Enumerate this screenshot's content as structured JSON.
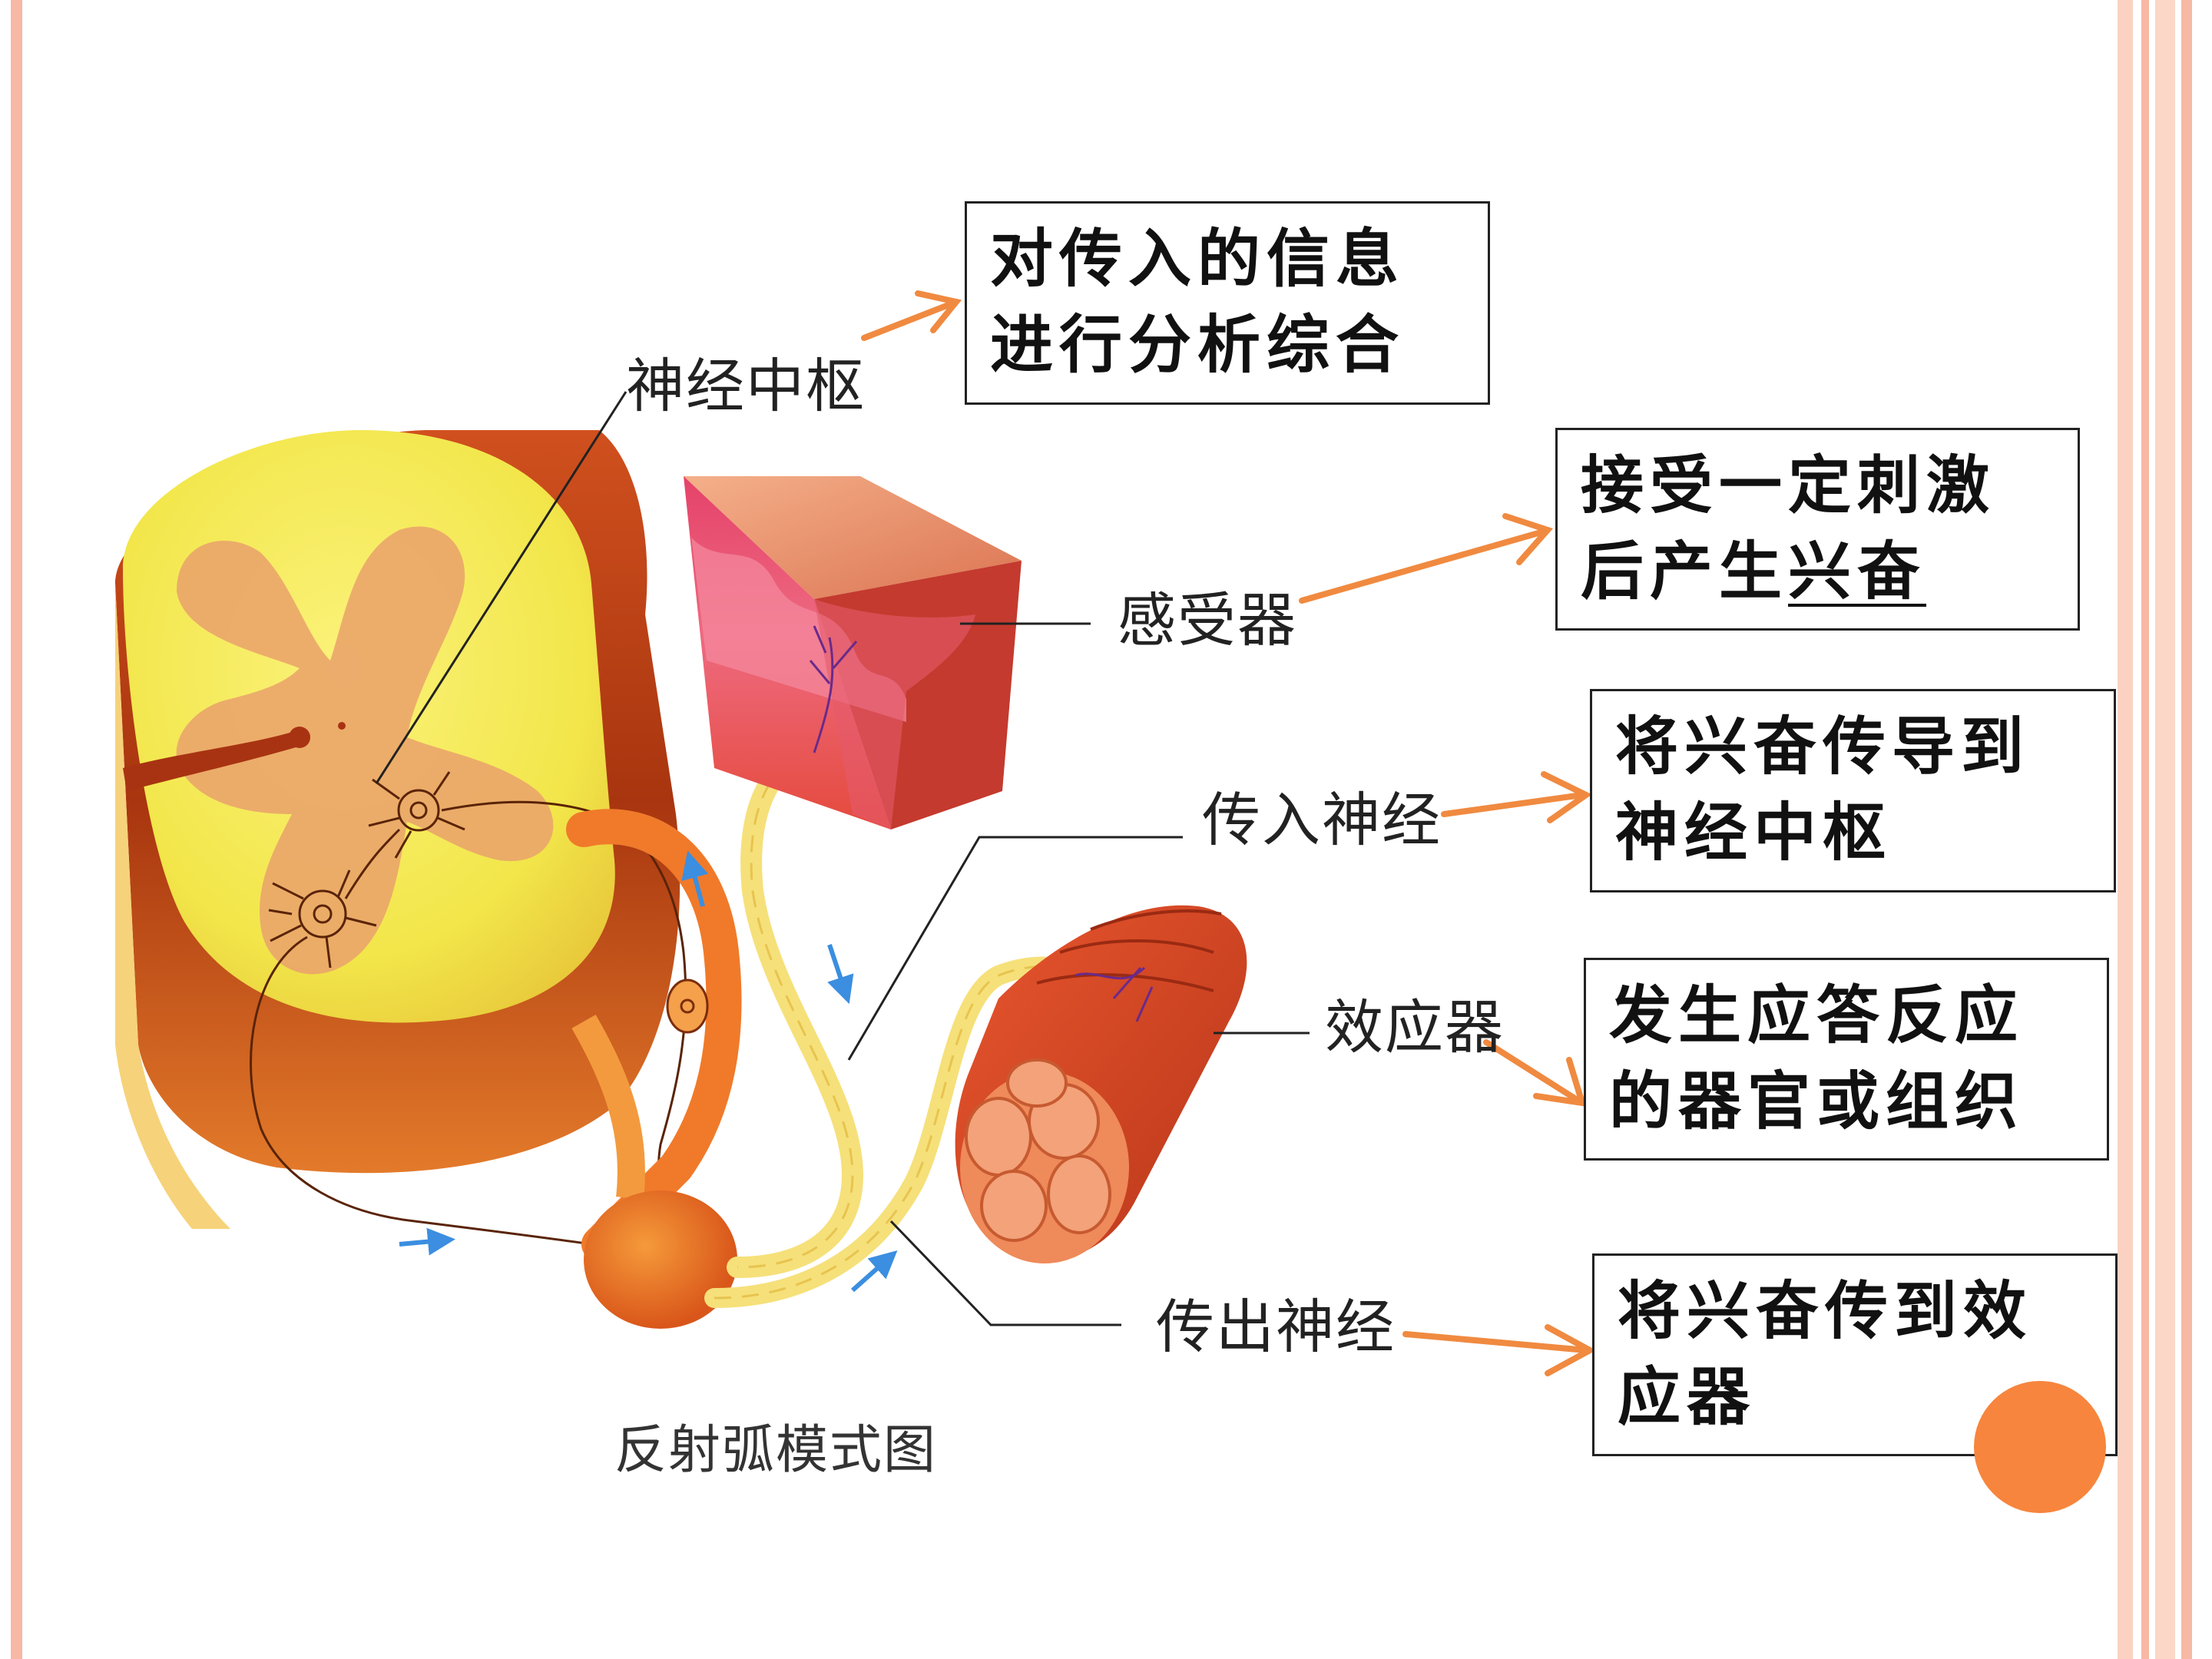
{
  "labels": {
    "nerve_center": "神经中枢",
    "receptor": "感受器",
    "afferent_nerve": "传入神经",
    "effector": "效应器",
    "efferent_nerve": "传出神经",
    "caption": "反射弧模式图"
  },
  "boxes": {
    "nerve_center": {
      "line1": "对传入的信息",
      "line2": "进行分析综合"
    },
    "receptor": {
      "line1": "接受一定刺激",
      "line2_plain": "后产生",
      "line2_underlined": "兴奋"
    },
    "afferent_nerve": {
      "line1": "将兴奋传导到",
      "line2": "神经中枢"
    },
    "effector": {
      "line1": "发生应答反应",
      "line2": "的器官或组织"
    },
    "efferent_nerve": {
      "line1": "将兴奋传到效",
      "line2": "应器"
    }
  },
  "colors": {
    "arrow": "#f08a40",
    "frame": "#f7b8a4",
    "spinal_cord": "#f5ec5a",
    "grey_matter": "#e9a36a",
    "tissue_red": "#d84a2a",
    "accent_dot": "#f7853d"
  }
}
